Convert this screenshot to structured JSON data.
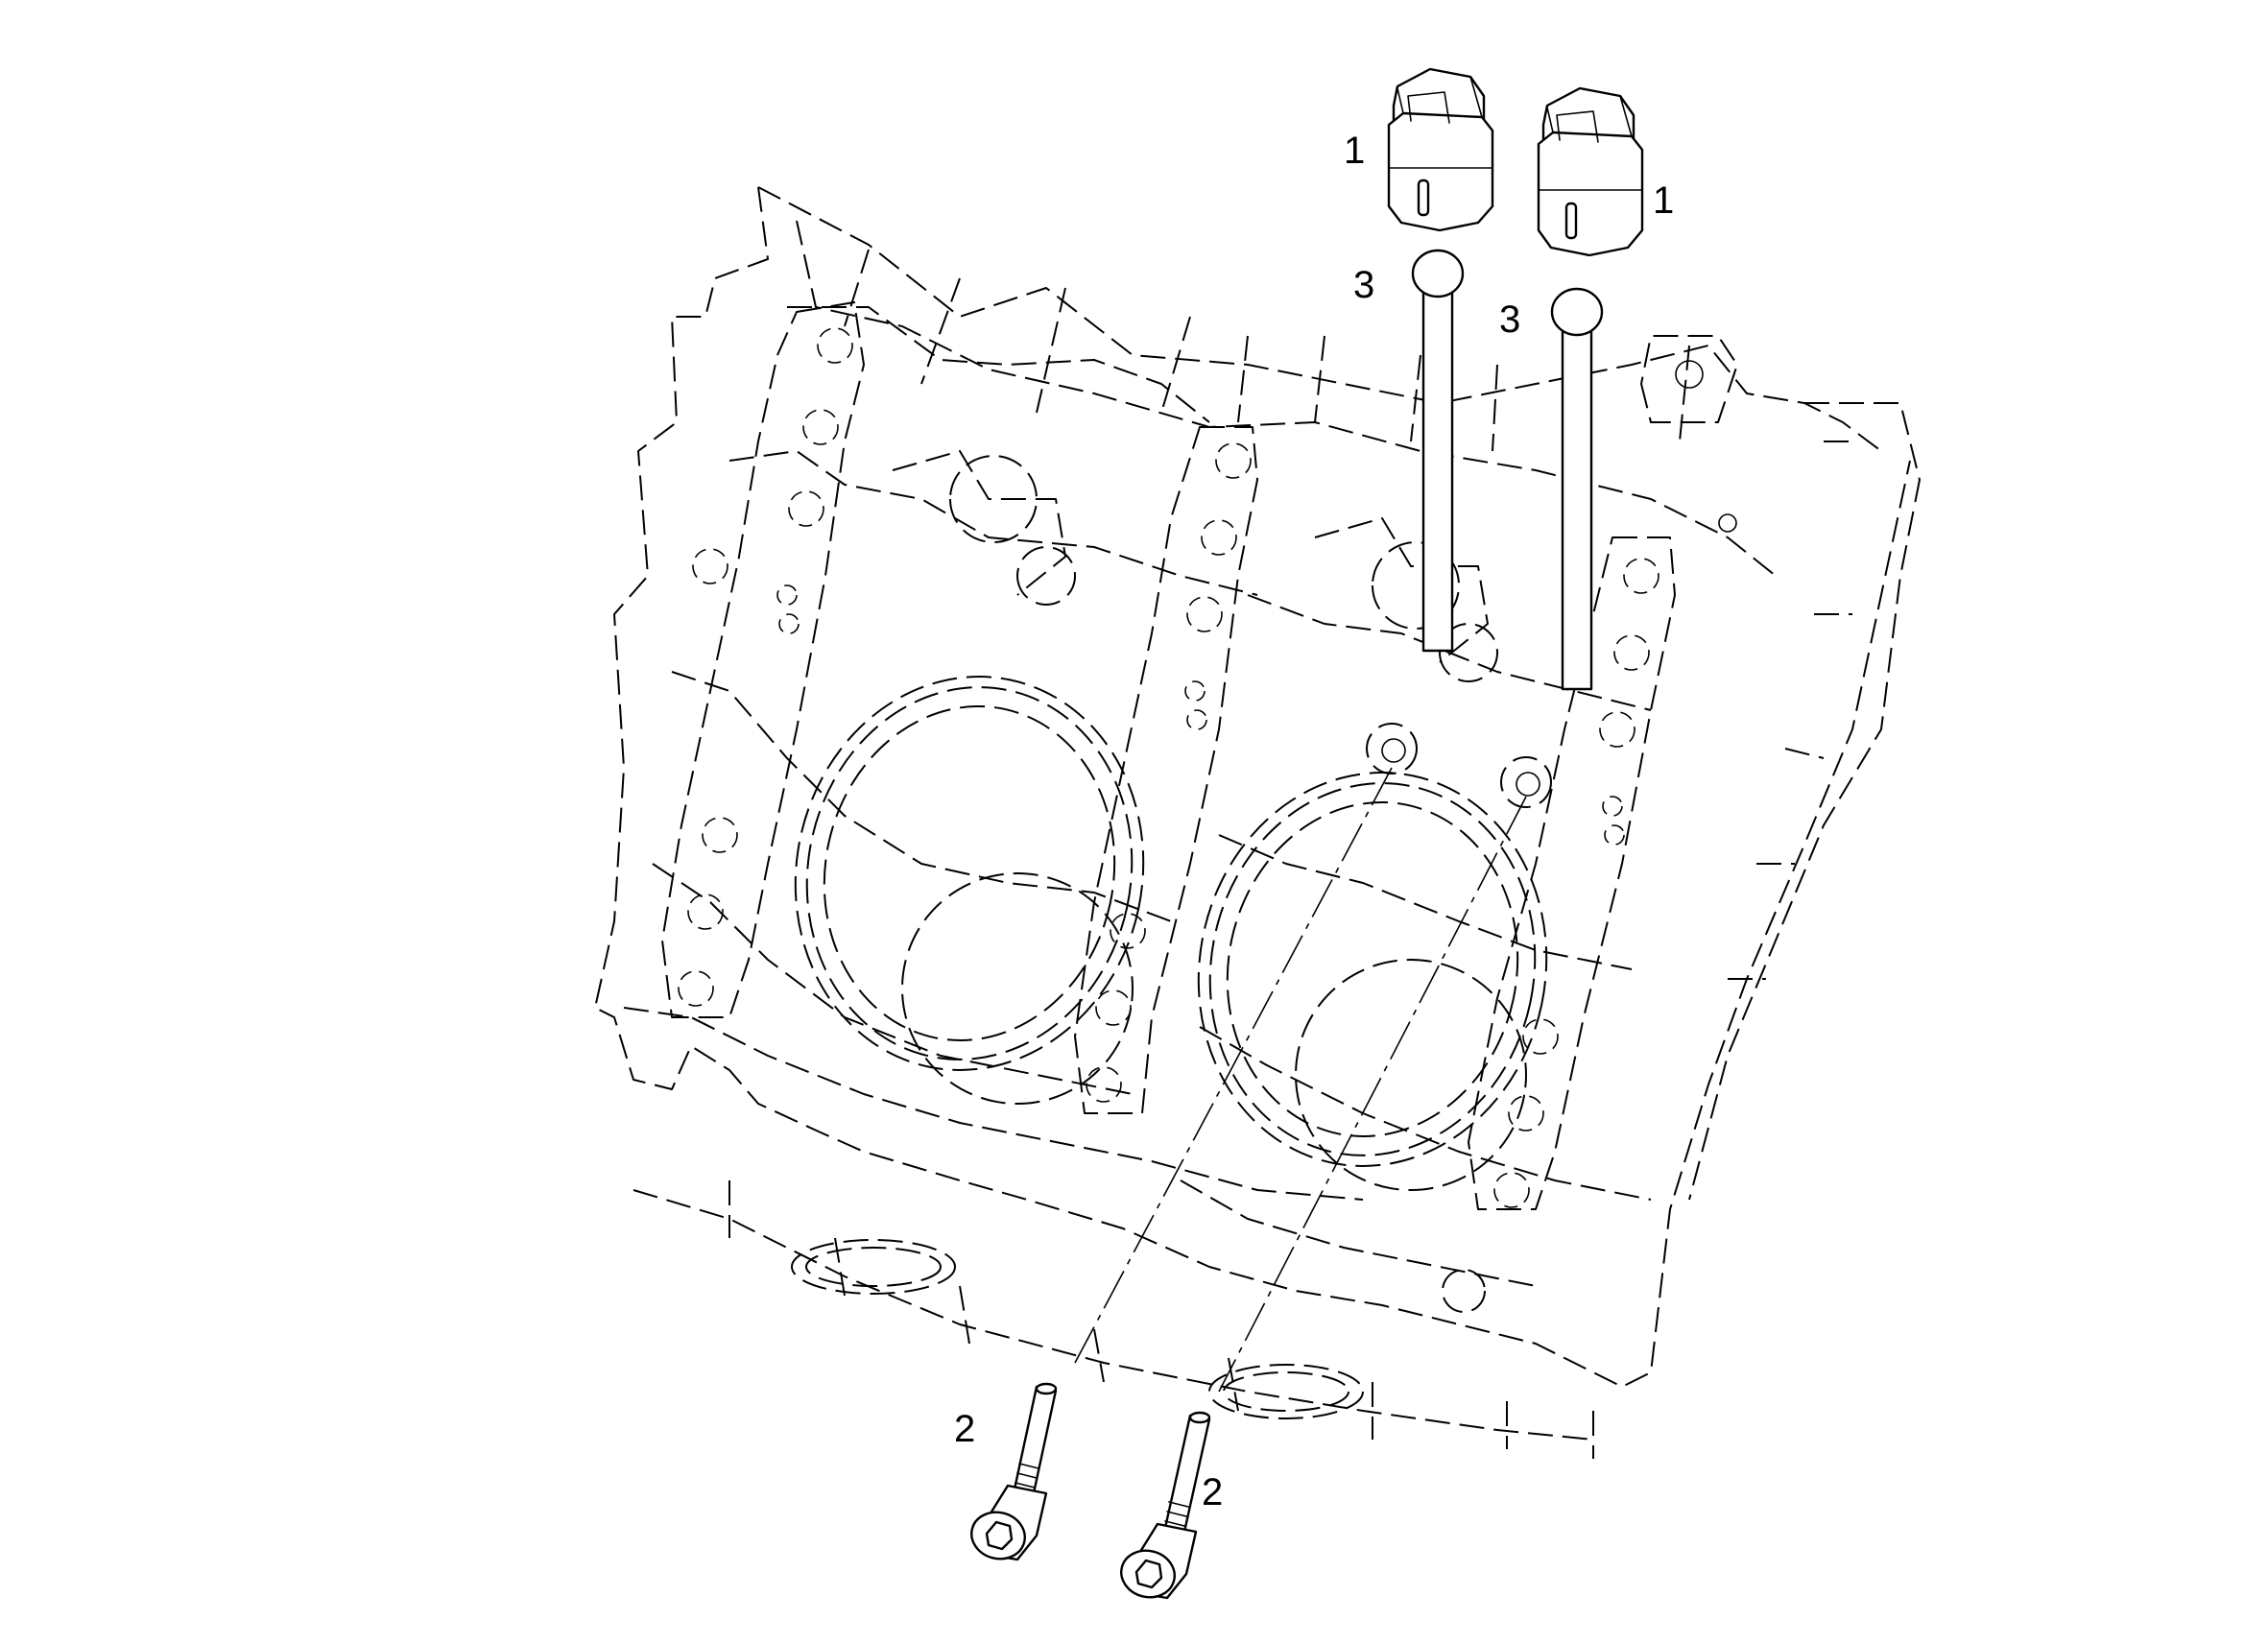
{
  "callouts": {
    "fixture_left": "1",
    "fixture_right": "1",
    "bolt_left": "2",
    "bolt_right": "2",
    "pin_left": "3",
    "pin_right": "3"
  }
}
